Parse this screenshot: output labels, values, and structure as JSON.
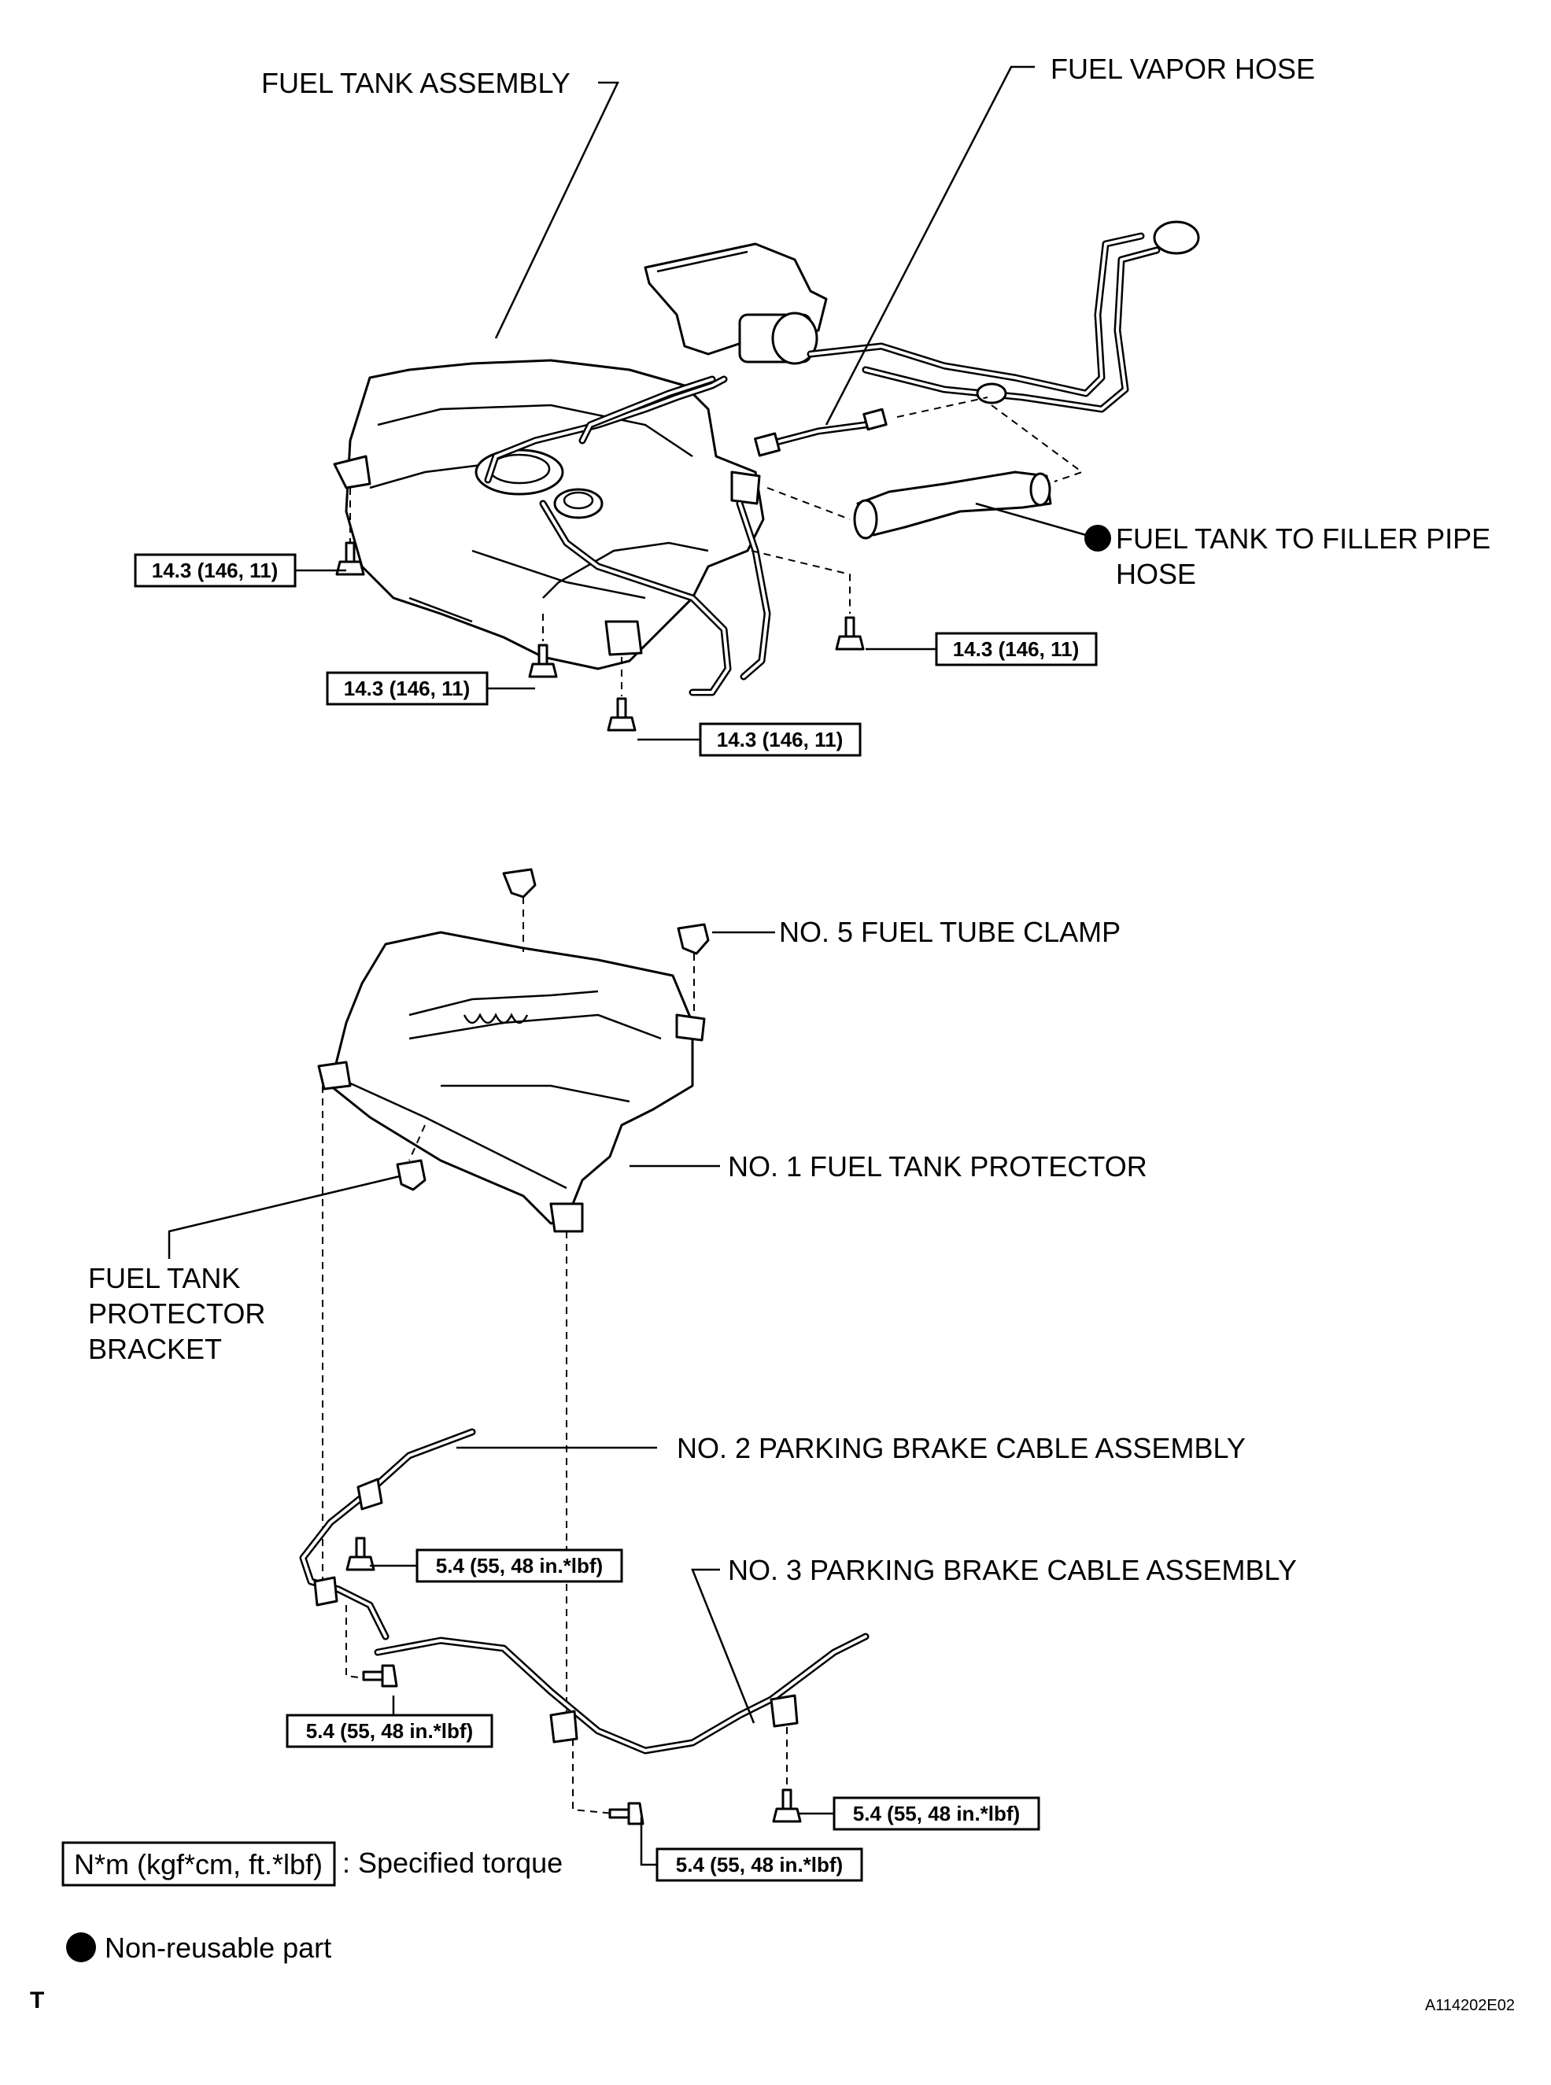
{
  "labels": {
    "fuel_tank_assembly": "FUEL TANK ASSEMBLY",
    "fuel_vapor_hose": "FUEL VAPOR HOSE",
    "filler_hose_line1": "FUEL TANK TO FILLER PIPE",
    "filler_hose_line2": "HOSE",
    "no5_clamp": "NO. 5 FUEL TUBE CLAMP",
    "no1_protector": "NO. 1 FUEL TANK PROTECTOR",
    "bracket_line1": "FUEL TANK",
    "bracket_line2": "PROTECTOR",
    "bracket_line3": "BRACKET",
    "no2_cable": "NO. 2 PARKING BRAKE CABLE ASSEMBLY",
    "no3_cable": "NO. 3 PARKING BRAKE CABLE ASSEMBLY"
  },
  "torques": {
    "tank_left": "14.3 (146, 11)",
    "tank_right": "14.3 (146, 11)",
    "tank_mid": "14.3 (146, 11)",
    "tank_bottom": "14.3 (146, 11)",
    "cable_no2": "5.4 (55, 48 in.*lbf)",
    "cable_left": "5.4 (55, 48 in.*lbf)",
    "cable_right": "5.4 (55, 48 in.*lbf)",
    "cable_bottom": "5.4 (55, 48 in.*lbf)"
  },
  "legend": {
    "torque_unit": "N*m (kgf*cm, ft.*lbf)",
    "torque_desc": ": Specified torque",
    "nonreusable": "Non-reusable part"
  },
  "corner_mark": "T",
  "figure_id": "A114202E02"
}
